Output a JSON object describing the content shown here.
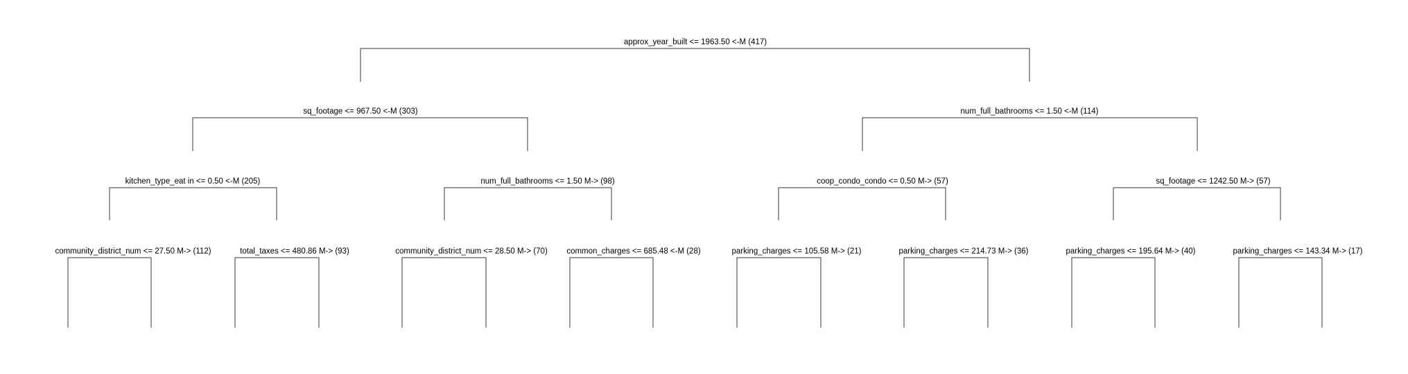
{
  "tree": {
    "nodes": [
      {
        "id": "root",
        "label": "approx_year_built <= 1963.50 <-M (417)"
      },
      {
        "id": "L",
        "label": "sq_footage <= 967.50 <-M (303)"
      },
      {
        "id": "R",
        "label": "num_full_bathrooms <= 1.50 <-M (114)"
      },
      {
        "id": "LL",
        "label": "kitchen_type_eat in <= 0.50 <-M (205)"
      },
      {
        "id": "LR",
        "label": "num_full_bathrooms <= 1.50 M-> (98)"
      },
      {
        "id": "RL",
        "label": "coop_condo_condo <= 0.50 M-> (57)"
      },
      {
        "id": "RR",
        "label": "sq_footage <= 1242.50 M-> (57)"
      },
      {
        "id": "LLL",
        "label": "community_district_num <= 27.50 M-> (112)"
      },
      {
        "id": "LLR",
        "label": "total_taxes <= 480.86 M-> (93)"
      },
      {
        "id": "LRL",
        "label": "community_district_num <= 28.50 M-> (70)"
      },
      {
        "id": "LRR",
        "label": "common_charges <= 685.48 <-M (28)"
      },
      {
        "id": "RLL",
        "label": "parking_charges <= 105.58 M-> (21)"
      },
      {
        "id": "RLR",
        "label": "parking_charges <= 214.73 M-> (36)"
      },
      {
        "id": "RRL",
        "label": "parking_charges <= 195.64 M-> (40)"
      },
      {
        "id": "RRR",
        "label": "parking_charges <= 143.34 M-> (17)"
      }
    ]
  }
}
